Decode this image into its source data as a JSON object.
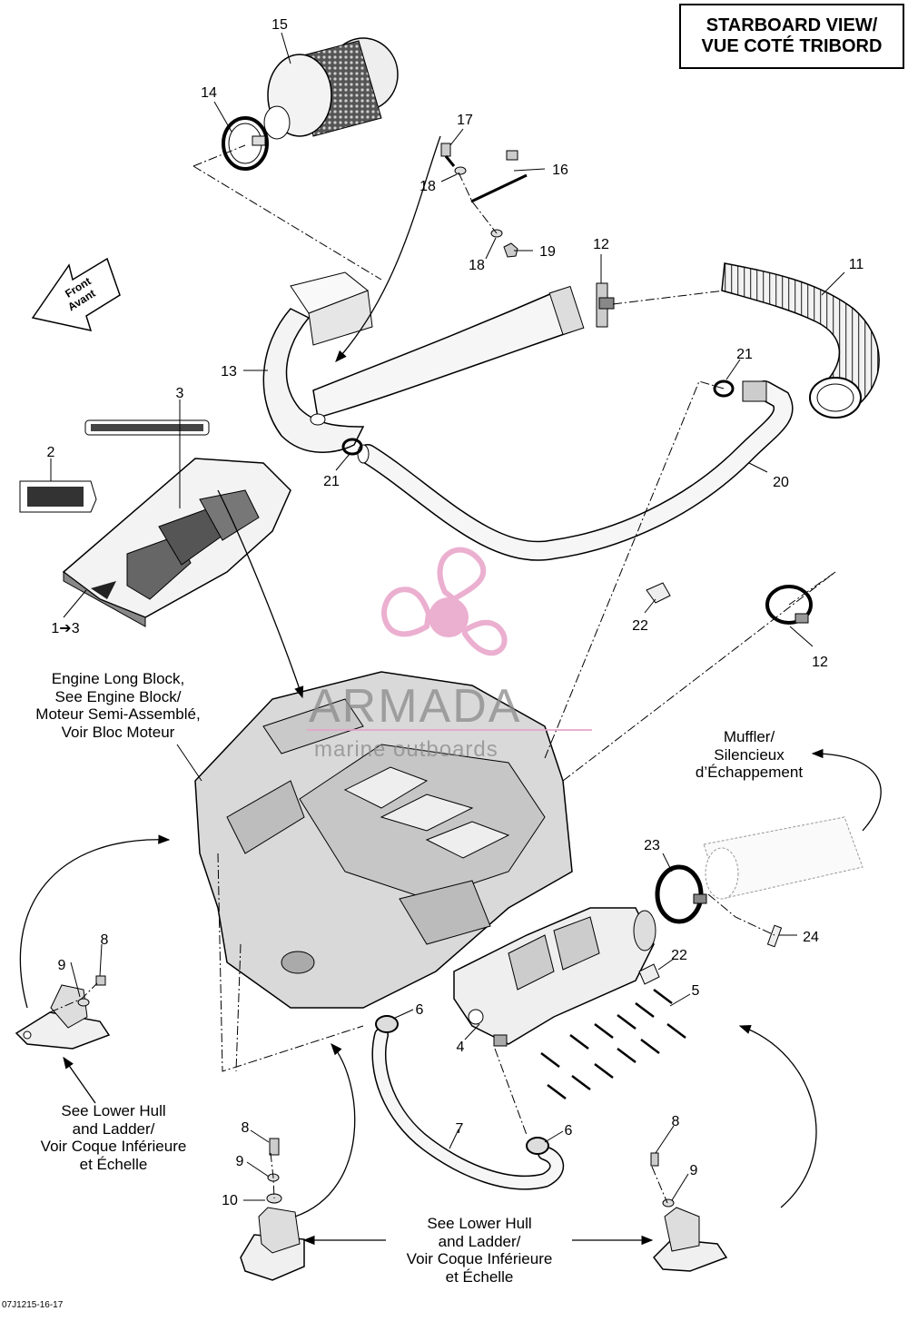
{
  "header": {
    "line1": "STARBOARD VIEW/",
    "line2": "VUE COTÉ TRIBORD"
  },
  "front_arrow": {
    "line1": "Front",
    "line2": "Avant"
  },
  "callouts": {
    "c1": "1➔3",
    "c2": "2",
    "c3": "3",
    "c4": "4",
    "c5": "5",
    "c6a": "6",
    "c6b": "6",
    "c7": "7",
    "c8a": "8",
    "c8b": "8",
    "c8c": "8",
    "c9a": "9",
    "c9b": "9",
    "c9c": "9",
    "c10": "10",
    "c11": "11",
    "c12a": "12",
    "c12b": "12",
    "c13": "13",
    "c14": "14",
    "c15": "15",
    "c16": "16",
    "c17": "17",
    "c18a": "18",
    "c18b": "18",
    "c19": "19",
    "c20": "20",
    "c21a": "21",
    "c21b": "21",
    "c22a": "22",
    "c22b": "22",
    "c23": "23",
    "c24": "24"
  },
  "notes": {
    "engine": [
      "Engine Long Block,",
      "See Engine Block/",
      "Moteur Semi-Assemblé,",
      "Voir Bloc Moteur"
    ],
    "muffler": [
      "Muffler/",
      "Silencieux",
      "d’Échappement"
    ],
    "hull_left": [
      "See Lower Hull",
      "and Ladder/",
      "Voir Coque Inférieure",
      "et Échelle"
    ],
    "hull_bottom": [
      "See Lower Hull",
      "and Ladder/",
      "Voir Coque Inférieure",
      "et Échelle"
    ]
  },
  "watermark": {
    "brand": "ARMADA",
    "sub": "marine outboards",
    "color": "#e8a2c8"
  },
  "figure_code": "07J1215-16-17"
}
